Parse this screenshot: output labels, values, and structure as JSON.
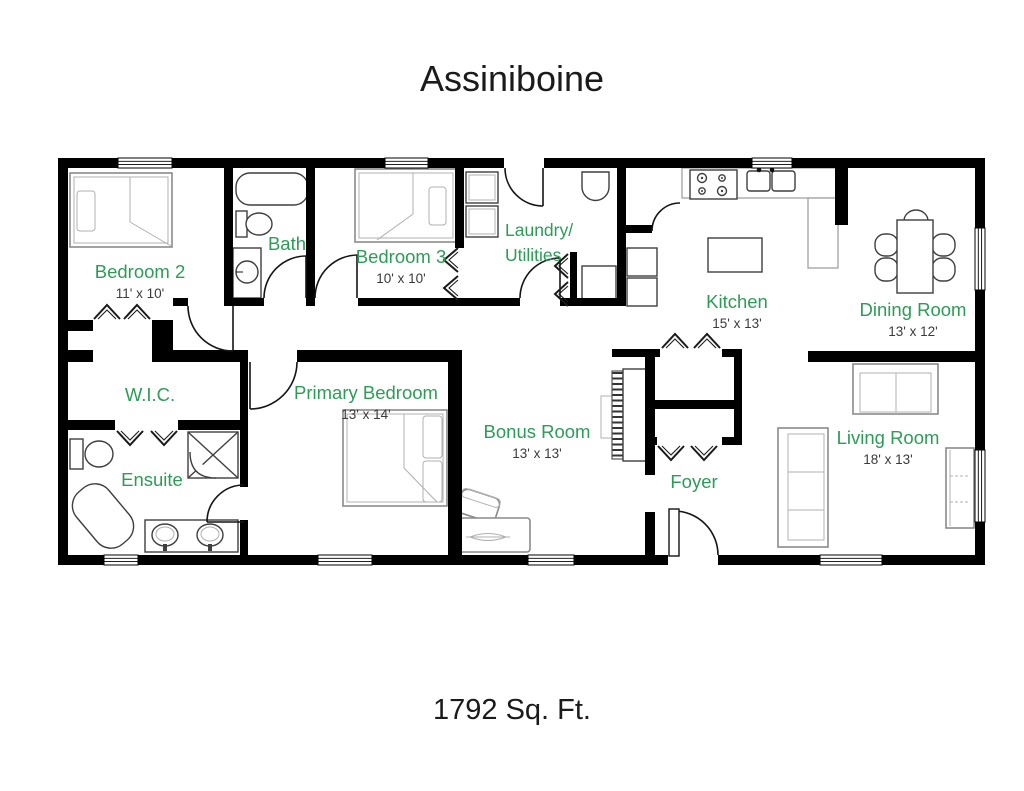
{
  "title": "Assiniboine",
  "footer": "1792 Sq. Ft.",
  "colors": {
    "label_green": "#2d9c57",
    "dims_gray": "#3a3a3a",
    "wall_black": "#000000"
  },
  "rooms": {
    "bedroom2": {
      "name": "Bedroom 2",
      "dims": "11' x 10'"
    },
    "bath": {
      "name": "Bath"
    },
    "bedroom3": {
      "name": "Bedroom 3",
      "dims": "10' x 10'"
    },
    "laundry": {
      "line1": "Laundry/",
      "line2": "Utilities"
    },
    "kitchen": {
      "name": "Kitchen",
      "dims": "15' x 13'"
    },
    "dining": {
      "name": "Dining Room",
      "dims": "13' x 12'"
    },
    "wic": {
      "name": "W.I.C."
    },
    "primary": {
      "name": "Primary Bedroom",
      "dims": "13' x 14'"
    },
    "bonus": {
      "name": "Bonus Room",
      "dims": "13' x 13'"
    },
    "ensuite": {
      "name": "Ensuite"
    },
    "foyer": {
      "name": "Foyer"
    },
    "living": {
      "name": "Living Room",
      "dims": "18' x 13'"
    }
  },
  "icons": {
    "bed-icon": "rect-with-pillow",
    "bathtub-icon": "rounded-rect",
    "freestanding-tub-icon": "rotated-rounded-rect",
    "toilet-icon": "tank-and-ellipse",
    "sink-icon": "circle-in-cabinet",
    "vanity-sinks-icon": "double-ellipse",
    "shower-icon": "x-box",
    "washer-icon": "square",
    "dryer-icon": "square",
    "water-heater-icon": "rounded-square",
    "furnace-icon": "square",
    "stove-icon": "four-burners",
    "kitchen-sink-icon": "double-basin",
    "island-icon": "rect",
    "refrigerator-icon": "rect",
    "dining-table-icon": "rect",
    "dining-chair-icon": "stadium",
    "loveseat-icon": "rect",
    "sofa-icon": "rect",
    "media-console-icon": "dashed-rect",
    "piano-icon": "keyed-rect",
    "desk-icon": "rect",
    "desk-chair-icon": "rotated-rect",
    "door-swing-icon": "quarter-arc",
    "bifold-door-icon": "double-chevron",
    "window-icon": "lined-wall-gap"
  }
}
